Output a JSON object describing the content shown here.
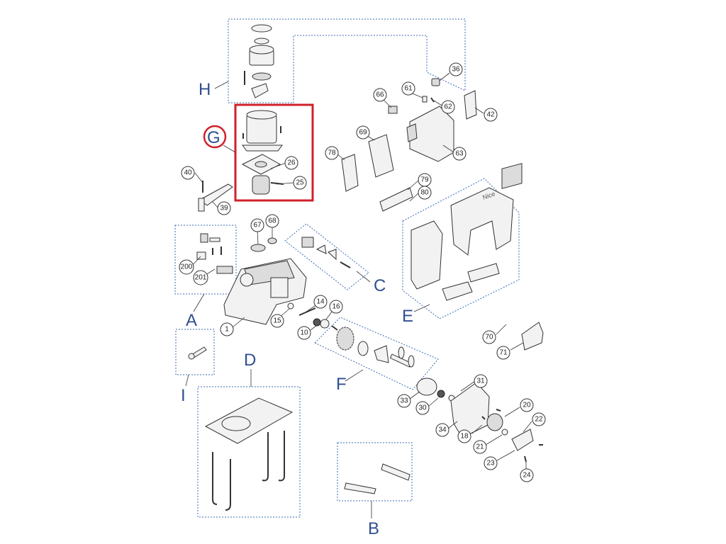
{
  "colors": {
    "group_label": "#2f4f8f",
    "group_box": "#3b6bb5",
    "highlight": "#d0202a"
  },
  "groups": {
    "A": "A",
    "B": "B",
    "C": "C",
    "D": "D",
    "E": "E",
    "F": "F",
    "G": "G",
    "H": "H",
    "I": "I"
  },
  "highlighted_group": "G",
  "callouts": {
    "c1": "1",
    "c10": "10",
    "c14": "14",
    "c15": "15",
    "c16": "16",
    "c18": "18",
    "c20": "20",
    "c21": "21",
    "c22": "22",
    "c23": "23",
    "c24": "24",
    "c25": "25",
    "c26": "26",
    "c30": "30",
    "c31": "31",
    "c33": "33",
    "c34": "34",
    "c36": "36",
    "c39": "39",
    "c40": "40",
    "c42": "42",
    "c61": "61",
    "c62": "62",
    "c63": "63",
    "c66": "66",
    "c67": "67",
    "c68": "68",
    "c69": "69",
    "c70": "70",
    "c71": "71",
    "c78": "78",
    "c79": "79",
    "c80": "80",
    "c200": "200",
    "c201": "201"
  }
}
